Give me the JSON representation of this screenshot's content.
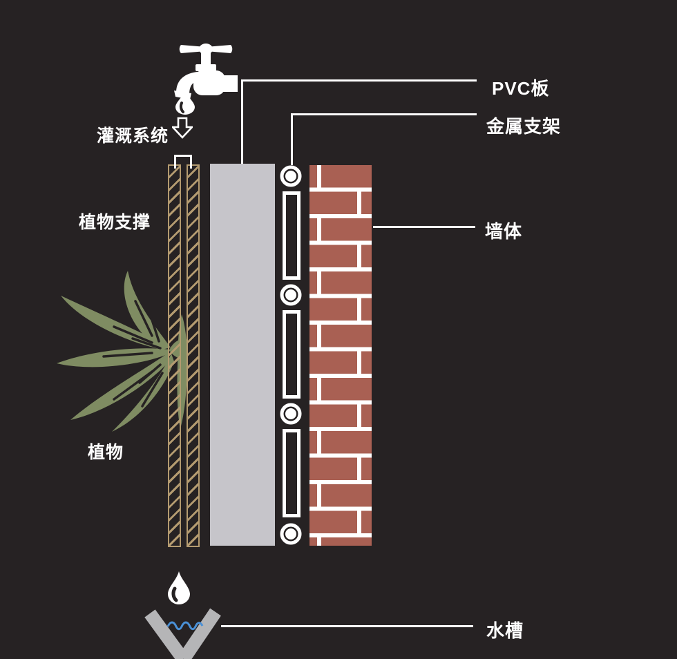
{
  "diagram": {
    "labels": {
      "irrigation": "灌溉系统",
      "plant_support": "植物支撑",
      "plant": "植物",
      "pvc_board": "PVC板",
      "metal_bracket": "金属支架",
      "wall": "墙体",
      "water_trough": "水槽"
    },
    "icons": [
      "faucet-icon",
      "water-drop-icon",
      "down-arrow-icon",
      "pipe-staple-icon",
      "water-drop-icon",
      "trough-icon",
      "wave-icon"
    ],
    "colors": {
      "background": "#262223",
      "label_text": "#ffffff",
      "leader_line": "#ffffff",
      "hatch_tan": "#b49b70",
      "pvc_gray": "#c6c5ca",
      "brick_red": "#a96053",
      "mortar_white": "#ffffff",
      "bracket_white": "#ffffff",
      "leaf_green": "#7f8c62",
      "trough_gray": "#b5b5b7",
      "water_blue": "#4a90d6"
    }
  }
}
